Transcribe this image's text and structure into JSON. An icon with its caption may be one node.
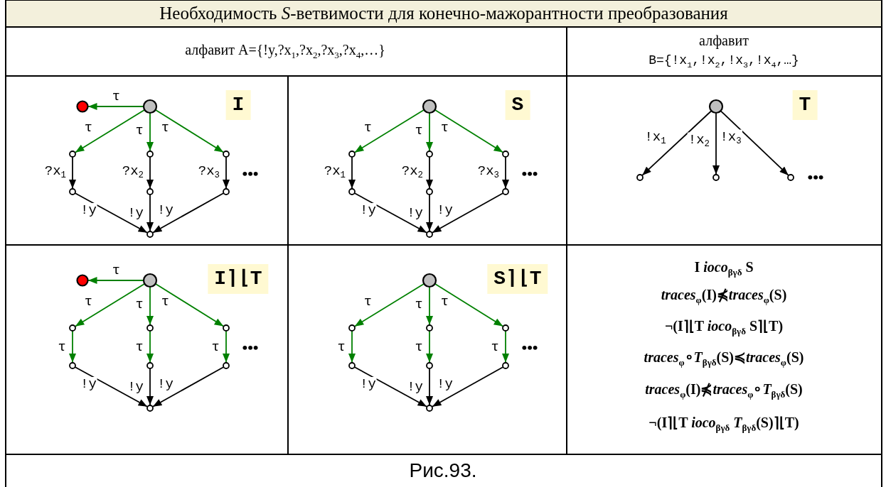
{
  "diagram": {
    "title": "Необходимость *S*-ветвимости для конечно-мажорантности преобразования",
    "caption": "Рис.93.",
    "nodes": [
      {
        "text": [
          "I"
        ]
      },
      {
        "text": [],
        "shape": "circle"
      },
      {
        "text": [],
        "shape": "circle"
      },
      {
        "text": [],
        "shape": "circle"
      },
      {
        "text": [],
        "shape": "circle"
      },
      {
        "text": [],
        "shape": "circle"
      },
      {
        "text": [],
        "shape": "circle"
      },
      {
        "text": [],
        "shape": "circle"
      },
      {
        "text": [],
        "shape": "circle"
      },
      {
        "text": [],
        "shape": "circle"
      },
      {
        "text": [
          "S"
        ]
      },
      {
        "text": [],
        "shape": "circle"
      },
      {
        "text": [],
        "shape": "circle"
      },
      {
        "text": [],
        "shape": "circle"
      },
      {
        "text": [],
        "shape": "circle"
      },
      {
        "text": [],
        "shape": "circle"
      },
      {
        "text": [],
        "shape": "circle"
      },
      {
        "text": [],
        "shape": "circle"
      },
      {
        "text": [],
        "shape": "circle"
      },
      {
        "text": [
          "T"
        ]
      },
      {
        "text": [],
        "shape": "circle"
      },
      {
        "text": [],
        "shape": "circle"
      },
      {
        "text": [],
        "shape": "circle"
      },
      {
        "text": [],
        "shape": "circle"
      },
      {
        "text": [
          "I⌉⌊T"
        ]
      },
      {
        "text": [],
        "shape": "circle"
      },
      {
        "text": [],
        "shape": "circle"
      },
      {
        "text": [],
        "shape": "circle"
      },
      {
        "text": [],
        "shape": "circle"
      },
      {
        "text": [],
        "shape": "circle"
      },
      {
        "text": [],
        "shape": "circle"
      },
      {
        "text": [],
        "shape": "circle"
      },
      {
        "text": [],
        "shape": "circle"
      },
      {
        "text": [],
        "shape": "circle"
      },
      {
        "text": [
          "S⌉⌊T"
        ]
      },
      {
        "text": [],
        "shape": "circle"
      },
      {
        "text": [],
        "shape": "circle"
      },
      {
        "text": [],
        "shape": "circle"
      },
      {
        "text": [],
        "shape": "circle"
      },
      {
        "text": [],
        "shape": "circle"
      },
      {
        "text": [],
        "shape": "circle"
      },
      {
        "text": [],
        "shape": "circle"
      },
      {
        "text": [],
        "shape": "circle"
      }
    ],
    "edges": [
      {
        "from": 2,
        "to": 1,
        "arrow": "to",
        "label": "τ",
        "color": "#008000"
      },
      {
        "from": 2,
        "to": 3,
        "arrow": "to",
        "label": "τ",
        "color": "#008000"
      },
      {
        "from": 2,
        "to": 4,
        "arrow": "to",
        "label": "τ",
        "color": "#008000"
      },
      {
        "from": 2,
        "to": 5,
        "arrow": "to",
        "label": "τ",
        "color": "#008000"
      },
      {
        "from": 3,
        "to": 6,
        "arrow": "to",
        "label": "?x$_{1}$"
      },
      {
        "from": 4,
        "to": 7,
        "arrow": "to",
        "label": "?x$_{2}$"
      },
      {
        "from": 5,
        "to": 8,
        "arrow": "to",
        "label": "?x$_{3}$"
      },
      {
        "from": 6,
        "to": 9,
        "arrow": "to",
        "label": "!y"
      },
      {
        "from": 7,
        "to": 9,
        "arrow": "to",
        "label": "!y"
      },
      {
        "from": 8,
        "to": 9,
        "arrow": "to",
        "label": "!y"
      },
      {
        "from": 11,
        "to": 12,
        "arrow": "to",
        "label": "τ",
        "color": "#008000"
      },
      {
        "from": 11,
        "to": 13,
        "arrow": "to",
        "label": "τ",
        "color": "#008000"
      },
      {
        "from": 11,
        "to": 14,
        "arrow": "to",
        "label": "τ",
        "color": "#008000"
      },
      {
        "from": 12,
        "to": 15,
        "arrow": "to",
        "label": "?x$_{1}$"
      },
      {
        "from": 13,
        "to": 16,
        "arrow": "to",
        "label": "?x$_{2}$"
      },
      {
        "from": 14,
        "to": 17,
        "arrow": "to",
        "label": "?x$_{3}$"
      },
      {
        "from": 15,
        "to": 18,
        "arrow": "to",
        "label": "!y"
      },
      {
        "from": 16,
        "to": 18,
        "arrow": "to",
        "label": "!y"
      },
      {
        "from": 17,
        "to": 18,
        "arrow": "to",
        "label": "!y"
      },
      {
        "from": 20,
        "to": 21,
        "arrow": "to",
        "label": "!x$_{1}$"
      },
      {
        "from": 20,
        "to": 22,
        "arrow": "to",
        "label": "!x$_{2}$"
      },
      {
        "from": 20,
        "to": 23,
        "arrow": "to",
        "label": "!x$_{3}$"
      },
      {
        "from": 26,
        "to": 25,
        "arrow": "to",
        "label": "τ",
        "color": "#008000"
      },
      {
        "from": 26,
        "to": 27,
        "arrow": "to",
        "label": "τ",
        "color": "#008000"
      },
      {
        "from": 26,
        "to": 28,
        "arrow": "to",
        "label": "τ",
        "color": "#008000"
      },
      {
        "from": 26,
        "to": 29,
        "arrow": "to",
        "label": "τ",
        "color": "#008000"
      },
      {
        "from": 27,
        "to": 30,
        "arrow": "to",
        "label": "τ",
        "color": "#008000"
      },
      {
        "from": 28,
        "to": 31,
        "arrow": "to",
        "label": "τ",
        "color": "#008000"
      },
      {
        "from": 29,
        "to": 32,
        "arrow": "to",
        "label": "τ",
        "color": "#008000"
      },
      {
        "from": 30,
        "to": 33,
        "arrow": "to",
        "label": "!y"
      },
      {
        "from": 31,
        "to": 33,
        "arrow": "to",
        "label": "!y"
      },
      {
        "from": 32,
        "to": 33,
        "arrow": "to",
        "label": "!y"
      },
      {
        "from": 35,
        "to": 36,
        "arrow": "to",
        "label": "τ",
        "color": "#008000"
      },
      {
        "from": 35,
        "to": 37,
        "arrow": "to",
        "label": "τ",
        "color": "#008000"
      },
      {
        "from": 35,
        "to": 38,
        "arrow": "to",
        "label": "τ",
        "color": "#008000"
      },
      {
        "from": 36,
        "to": 39,
        "arrow": "to",
        "label": "τ",
        "color": "#008000"
      },
      {
        "from": 37,
        "to": 40,
        "arrow": "to",
        "label": "τ",
        "color": "#008000"
      },
      {
        "from": 38,
        "to": 41,
        "arrow": "to",
        "label": "τ",
        "color": "#008000"
      },
      {
        "from": 39,
        "to": 42,
        "arrow": "to",
        "label": "!y"
      },
      {
        "from": 40,
        "to": 42,
        "arrow": "to",
        "label": "!y"
      },
      {
        "from": 41,
        "to": 42,
        "arrow": "to",
        "label": "!y"
      }
    ],
    "labels": [
      "алфавит A={!y,?x$_{1}$,?x$_{2}$,?x$_{3}$,?x$_{4}$,…}",
      "алфавит",
      "B={!x$_{1}$,!x$_{2}$,!x$_{3}$,!x$_{4}$,…}",
      "•••",
      "•••",
      "•••",
      "•••",
      "•••",
      "I *ioco*$_{βγδ}$ S",
      "*traces*$_{φ}$(I)⋠*traces*$_{φ}$(S)",
      "¬(I⌉⌊T *ioco*$_{βγδ}$ S⌉⌊T)",
      "*traces*$_{φ}$∘*T*$_{βγδ}$(S)≼*traces*$_{φ}$(S)",
      "*traces*$_{φ}$(I)⋠*traces*$_{φ}$∘*T*$_{βγδ}$(S)",
      "¬(I⌉⌊T *ioco*$_{βγδ}$ *T*$_{βγδ}$(S)⌉⌊T)"
    ]
  }
}
